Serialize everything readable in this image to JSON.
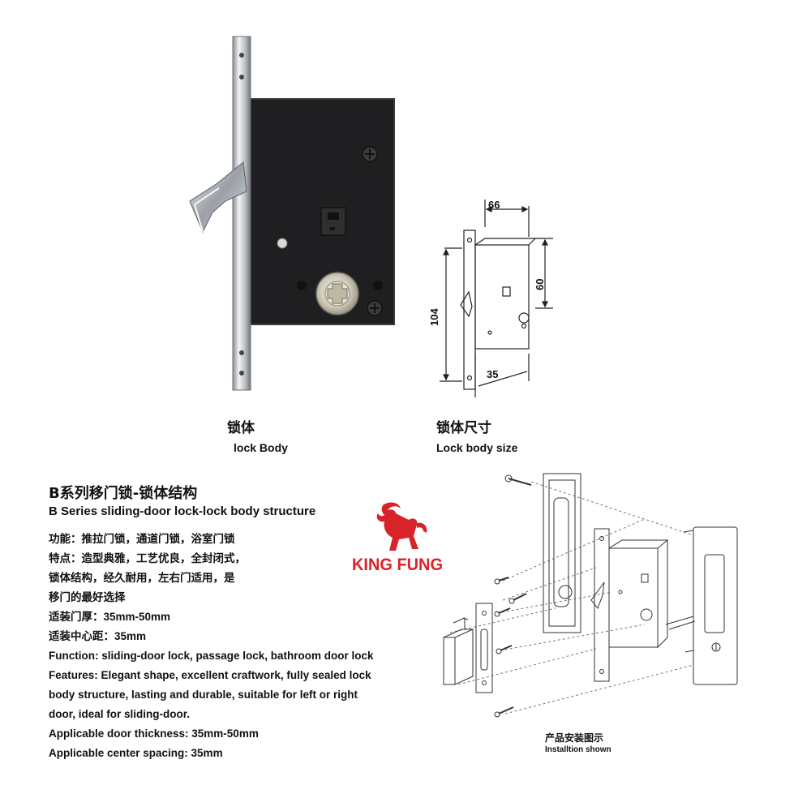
{
  "captions": {
    "lock_body_cn": "锁体",
    "lock_body_en": "lock Body",
    "lock_size_cn": "锁体尺寸",
    "lock_size_en": "Lock body size"
  },
  "dimensions": {
    "width": "66",
    "height_small": "60",
    "height_total": "104",
    "backset": "35"
  },
  "title": {
    "cn": "B系列移门锁-锁体结构",
    "en": "B Series sliding-door lock-lock body structure"
  },
  "specs": {
    "cn_function": "功能：推拉门锁，通道门锁，浴室门锁",
    "cn_features_1": "特点：造型典雅，工艺优良，全封闭式，",
    "cn_features_2": "锁体结构，经久耐用，左右门适用，是",
    "cn_features_3": "移门的最好选择",
    "cn_thickness": "适装门厚：35mm-50mm",
    "cn_spacing": "适装中心距：35mm",
    "en_function": "Function: sliding-door lock, passage lock, bathroom door lock",
    "en_features_1": "Features: Elegant shape, excellent craftwork, fully sealed lock",
    "en_features_2": "body structure, lasting and durable, suitable for left or right",
    "en_features_3": "door, ideal for sliding-door.",
    "en_thickness": "Applicable door thickness: 35mm-50mm",
    "en_spacing": "Applicable center spacing: 35mm"
  },
  "logo": {
    "text": "KING FUNG",
    "color": "#d8232a"
  },
  "installation": {
    "cn": "产品安装图示",
    "en": "Installtion shown"
  }
}
